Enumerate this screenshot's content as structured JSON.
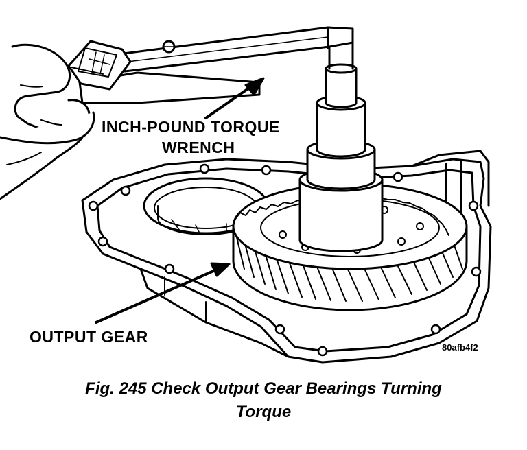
{
  "labels": {
    "wrench_line1": "INCH-POUND TORQUE",
    "wrench_line2": "WRENCH",
    "gear": "OUTPUT GEAR",
    "code": "80afb4f2"
  },
  "caption": {
    "line1": "Fig. 245 Check Output Gear Bearings Turning",
    "line2": "Torque"
  },
  "colors": {
    "ink": "#000000",
    "paper": "#ffffff",
    "shade": "#cfcfcf"
  }
}
